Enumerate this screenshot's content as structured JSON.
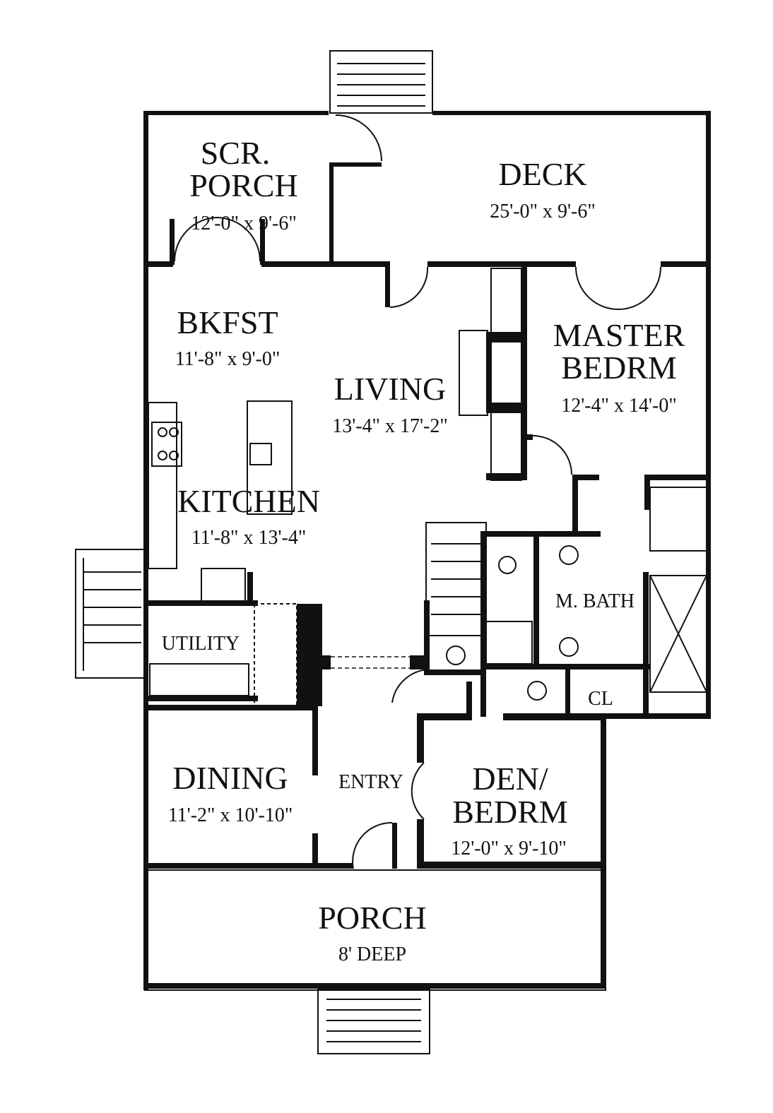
{
  "rooms": {
    "scr_porch": {
      "name_line1": "SCR.",
      "name_line2": "PORCH",
      "dims": "12'-0\" x 9'-6\""
    },
    "deck": {
      "name": "DECK",
      "dims": "25'-0\" x 9'-6\""
    },
    "bkfst": {
      "name": "BKFST",
      "dims": "11'-8\" x 9'-0\""
    },
    "living": {
      "name": "LIVING",
      "dims": "13'-4\" x 17'-2\""
    },
    "master": {
      "name_line1": "MASTER",
      "name_line2": "BEDRM",
      "dims": "12'-4\" x 14'-0\""
    },
    "kitchen": {
      "name": "KITCHEN",
      "dims": "11'-8\" x 13'-4\""
    },
    "m_bath": {
      "name": "M. BATH"
    },
    "utility": {
      "name": "UTILITY"
    },
    "closet": {
      "name": "CL"
    },
    "dining": {
      "name": "DINING",
      "dims": "11'-2\" x 10'-10\""
    },
    "entry": {
      "name": "ENTRY"
    },
    "den": {
      "name_line1": "DEN/",
      "name_line2": "BEDRM",
      "dims": "12'-0\" x 9'-10\""
    },
    "porch": {
      "name": "PORCH",
      "dims": "8' DEEP"
    }
  }
}
